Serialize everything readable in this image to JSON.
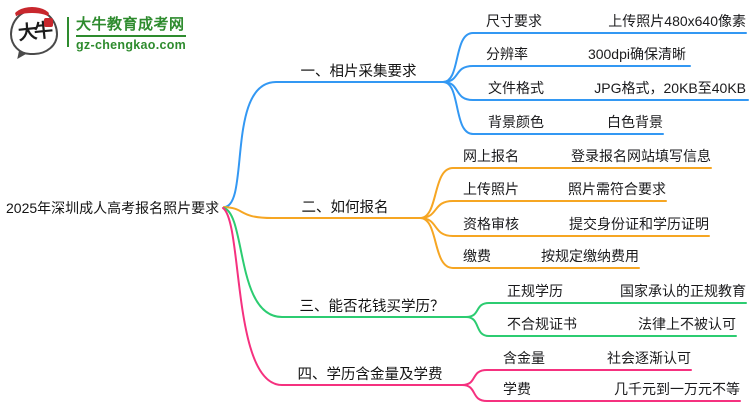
{
  "logo": {
    "icon_text": "大牛",
    "site_name": "大牛教育成考网",
    "site_domain": "gz-chengkao.com",
    "brand_color": "#2e8b2e",
    "accent_red": "#c8272d"
  },
  "root": {
    "label": "2025年深圳成人高考报名照片要求"
  },
  "branches": [
    {
      "label": "一、相片采集要求",
      "color": "#3398f3",
      "children": [
        {
          "label": "尺寸要求",
          "value": "上传照片480x640像素"
        },
        {
          "label": "分辨率",
          "value": "300dpi确保清晰"
        },
        {
          "label": "文件格式",
          "value": "JPG格式，20KB至40KB"
        },
        {
          "label": "背景颜色",
          "value": "白色背景"
        }
      ]
    },
    {
      "label": "二、如何报名",
      "color": "#f6a623",
      "children": [
        {
          "label": "网上报名",
          "value": "登录报名网站填写信息"
        },
        {
          "label": "上传照片",
          "value": "照片需符合要求"
        },
        {
          "label": "资格审核",
          "value": "提交身份证和学历证明"
        },
        {
          "label": "缴费",
          "value": "按规定缴纳费用"
        }
      ]
    },
    {
      "label": "三、能否花钱买学历？",
      "color": "#2ccc71",
      "children": [
        {
          "label": "正规学历",
          "value": "国家承认的正规教育"
        },
        {
          "label": "不合规证书",
          "value": "法律上不被认可"
        }
      ]
    },
    {
      "label": "四、学历含金量及学费",
      "color": "#f5317f",
      "children": [
        {
          "label": "含金量",
          "value": "社会逐渐认可"
        },
        {
          "label": "学费",
          "value": "几千元到一万元不等"
        }
      ]
    }
  ]
}
